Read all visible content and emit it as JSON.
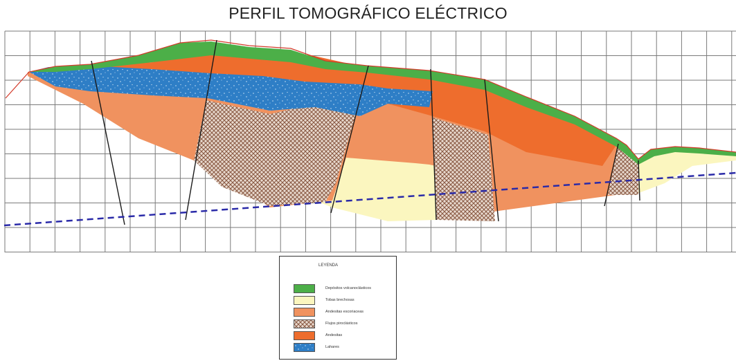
{
  "title": "PERFIL TOMOGRÁFICO ELÉCTRICO",
  "colors": {
    "green": "#4caf48",
    "cream": "#fbf6bf",
    "salmon": "#f0925f",
    "brown_pattern": "#9a6a52",
    "orange": "#ee6d2d",
    "blue": "#2e7ec6",
    "grid": "#7a7a7a",
    "fault": "#1a1a1a",
    "water_table": "#2a2aa8",
    "surface": "#d33a2a"
  },
  "legend": {
    "title": "LEYENDA",
    "items": [
      {
        "label": "Depósitos volcanoclásticos",
        "color": "#4caf48",
        "pattern": "solid"
      },
      {
        "label": "Tobas brechosas",
        "color": "#fbf6bf",
        "pattern": "solid"
      },
      {
        "label": "Andesitas escoriaceas",
        "color": "#f0925f",
        "pattern": "solid"
      },
      {
        "label": "Flujos piroclásticos",
        "color": "#9a6a52",
        "pattern": "crosshatch"
      },
      {
        "label": "Andesitas",
        "color": "#ee6d2d",
        "pattern": "solid"
      },
      {
        "label": "Lahares",
        "color": "#2e7ec6",
        "pattern": "speckle"
      }
    ]
  }
}
